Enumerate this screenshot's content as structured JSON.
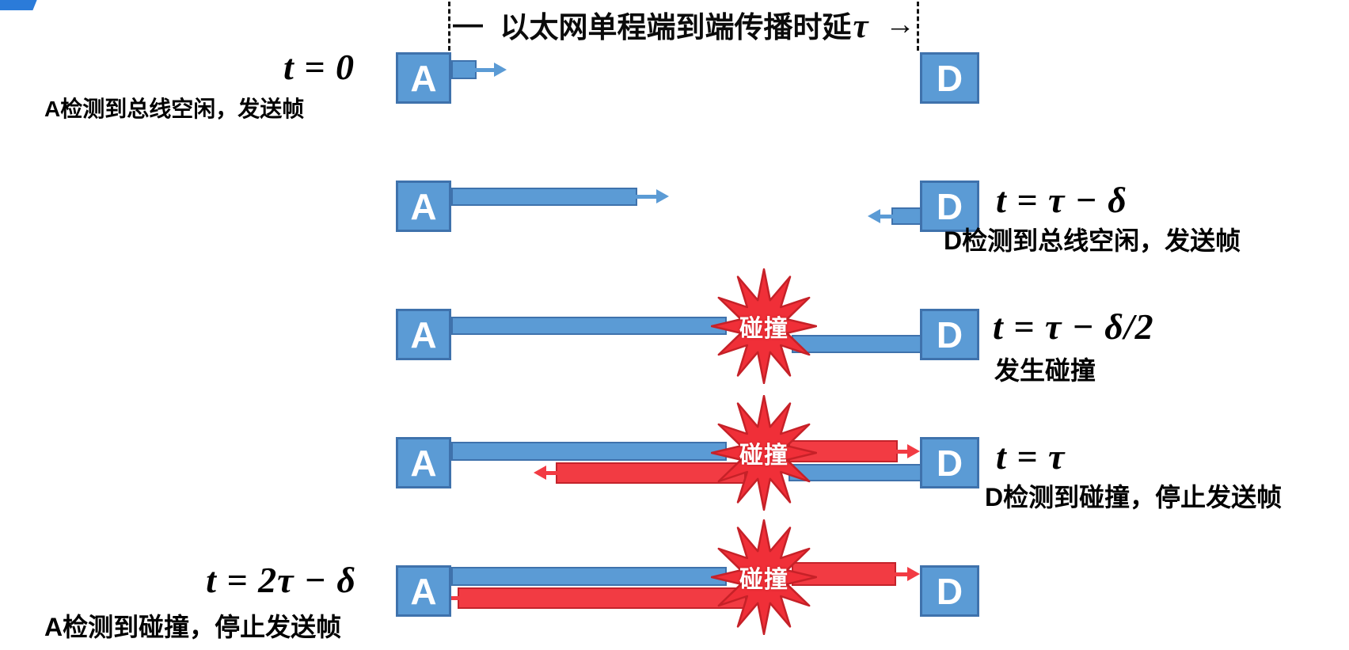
{
  "header": {
    "dash": "—",
    "title": "以太网单程端到端传播时延",
    "tau": "τ",
    "arrow": "→"
  },
  "nodes": {
    "a": "A",
    "d": "D"
  },
  "collision_label": "碰撞",
  "rows": [
    {
      "time": "t = 0",
      "caption": "A检测到总线空闲，发送帧"
    },
    {
      "time": "t = τ − δ",
      "caption": "D检测到总线空闲，发送帧"
    },
    {
      "time": "t = τ − δ/2",
      "caption": "发生碰撞"
    },
    {
      "time": "t = τ",
      "caption": "D检测到碰撞，停止发送帧"
    },
    {
      "time": "t = 2τ − δ",
      "caption": "A检测到碰撞，停止发送帧"
    }
  ],
  "colors": {
    "node_fill": "#5b9bd5",
    "node_border": "#3f72ac",
    "signal_red": "#f23b43",
    "red_border": "#c4232b",
    "text": "#000000"
  }
}
